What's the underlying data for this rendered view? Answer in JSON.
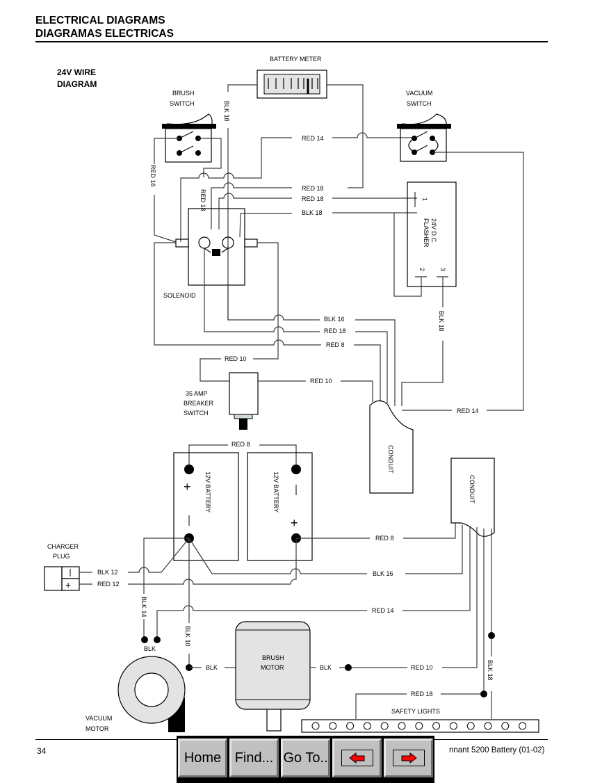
{
  "header": {
    "title_line1": "ELECTRICAL DIAGRAMS",
    "title_line2": "DIAGRAMAS ELECTRICAS"
  },
  "diagram": {
    "title_line1": "24V WIRE",
    "title_line2": "DIAGRAM",
    "components": {
      "battery_meter": "BATTERY METER",
      "brush_switch": [
        "BRUSH",
        "SWITCH"
      ],
      "vacuum_switch": [
        "VACUUM",
        "SWITCH"
      ],
      "solenoid": "SOLENOID",
      "flasher": [
        "24V D.C.",
        "FLASHER"
      ],
      "flasher_pins": [
        "1",
        "2",
        "3"
      ],
      "breaker": [
        "35 AMP",
        "BREAKER",
        "SWITCH"
      ],
      "conduit": "CONDUIT",
      "battery": "12V BATTERY",
      "charger_plug": [
        "CHARGER",
        "PLUG"
      ],
      "brush_motor": [
        "BRUSH",
        "MOTOR"
      ],
      "vacuum_motor": [
        "VACUUM",
        "MOTOR"
      ],
      "safety_lights": "SAFETY LIGHTS",
      "terminal_plus": "+",
      "terminal_minus": "−"
    },
    "wire_labels": {
      "blk18_meter": "BLK 18",
      "red14_top": "RED 14",
      "red16": "RED 16",
      "red18_a": "RED 18",
      "red18_b": "RED 18",
      "red18_vertical": "RED 18",
      "blk18_flasher": "BLK 18",
      "blk16_mid": "BLK 16",
      "red18_mid": "RED 18",
      "red8_mid": "RED 8",
      "red10_a": "RED 10",
      "red10_b": "RED 10",
      "blk18_vertical": "BLK 18",
      "red14_conduit": "RED 14",
      "red8_batt": "RED 8",
      "red8_low": "RED 8",
      "blk16_low": "BLK 16",
      "blk12": "BLK 12",
      "red12": "RED 12",
      "blk14": "BLK 14",
      "red14_low": "RED 14",
      "blk10": "BLK 10",
      "blk_vac": "BLK",
      "blk_motor_left": "BLK",
      "blk_motor_right": "BLK",
      "red10_low": "RED 10",
      "blk18_low": "BLK 18",
      "red18_low": "RED 18"
    }
  },
  "footer": {
    "page_number": "34",
    "doc_title": "nnant 5200 Battery  (01-02)"
  },
  "navbar": {
    "home": "Home",
    "find": "Find...",
    "goto": "Go To..",
    "prev_icon": "left-arrow-icon",
    "next_icon": "right-arrow-icon",
    "arrow_color": "#ff0000"
  }
}
